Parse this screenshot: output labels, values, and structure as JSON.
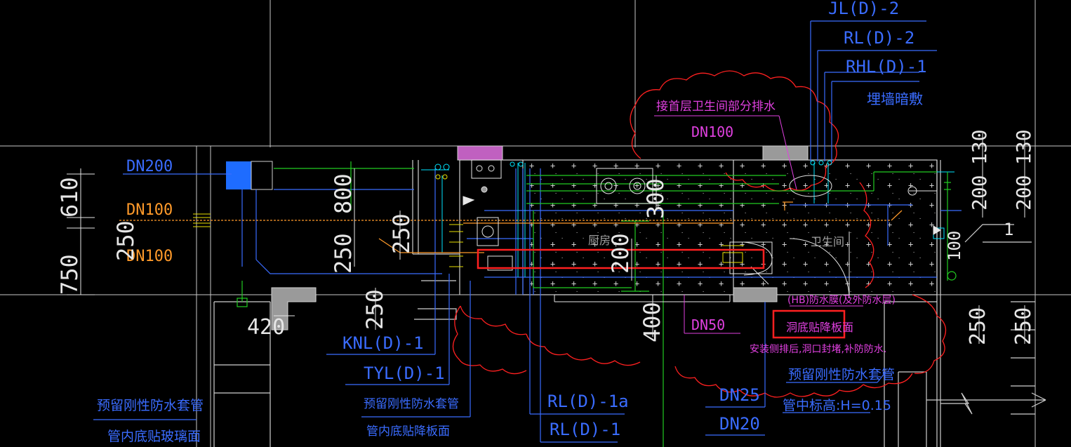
{
  "colors": {
    "background": "#000000",
    "grid": "#c8c8c8",
    "blue": "#3a6cff",
    "cyan": "#00e5ff",
    "green": "#22cc22",
    "orange": "#ff9a2a",
    "magenta": "#e040e0",
    "red": "#ff2020",
    "yellow": "#e8e000",
    "white": "#e6e6e6",
    "gray_fill": "#9a9a9a",
    "pink_fill": "#c060c0",
    "wall": "#d0d0d0"
  },
  "labels": {
    "pipe_top_1": "JL(D)-2",
    "pipe_top_2": "RL(D)-2",
    "pipe_top_3": "RHL(D)-1",
    "note_wall_embed": "埋墙暗敷",
    "note_upper_drain": "接首层卫生间部分排水",
    "dn100_top": "DN100",
    "dn200": "DN200",
    "dn100_left_1": "DN100",
    "dn100_left_2": "DN100",
    "dim_610": "610",
    "dim_250_left": "250",
    "dim_750": "750",
    "dim_800": "800",
    "dim_250_mid_1": "250",
    "dim_250_mid_2": "250",
    "dim_300": "300",
    "dim_200": "200",
    "dim_420": "420",
    "dim_250_bottom": "250",
    "dim_400": "400",
    "dim_200_right_1": "200",
    "dim_130_right_1": "130",
    "dim_100_right": "100",
    "dim_200_right_2": "200",
    "dim_130_right_2": "130",
    "dim_250_right_1": "250",
    "dim_250_right_2": "250",
    "dim_1_right": "1",
    "room_kitchen": "厨房",
    "room_bathroom": "卫生间",
    "pipe_knl": "KNL(D)-1",
    "pipe_tyl": "TYL(D)-1",
    "note_sleeve_left_1": "预留刚性防水套管",
    "note_sleeve_left_2": "管内底贴玻璃面",
    "note_sleeve_mid_1": "预留刚性防水套管",
    "note_sleeve_mid_2": "管内底贴降板面",
    "pipe_rl1a": "RL(D)-1a",
    "pipe_rl1": "RL(D)-1",
    "dn50": "DN50",
    "dn25": "DN25",
    "dn20": "DN20",
    "note_floor_drain": "(HB)防水膜(及外防水层)",
    "note_boxed": "洞底贴降板面",
    "note_install": "安装侧排后,洞口封堵,补防防水.",
    "note_sleeve_right_1": "预留刚性防水套管",
    "note_sleeve_right_2": "管中标高:H=0.15"
  }
}
